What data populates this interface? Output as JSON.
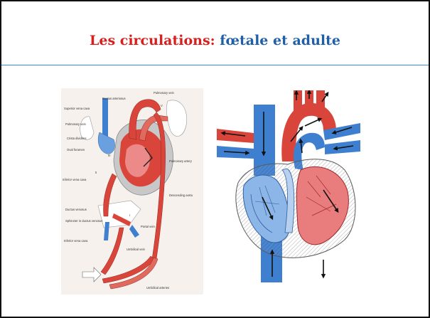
{
  "title": {
    "part1": "Les circulations:",
    "part2": "fœtale et adulte"
  },
  "fetal_diagram": {
    "labels": {
      "ductus_arteriosus": "Ductus arteriosus",
      "pulmonary_vein_top": "Pulmonary vein",
      "superior_vena_cava": "Superior vena cava",
      "pulmonary_vein_left": "Pulmonary vein",
      "crista_dividens": "Crista dividens",
      "oval_foramen": "Oval foramen",
      "pulmonary_artery": "Pulmonary artery",
      "inferior_vena_cava_top": "Inferior vena cava",
      "descending_aorta": "Descending aorta",
      "ductus_venosus": "Ductus venosus",
      "sphincter": "Sphincter in ductus venosus",
      "portal_vein": "Portal vein",
      "inferior_vena_cava_bottom": "Inferior vena cava",
      "umbilical_vein": "Umbilical vein",
      "umbilical_arteries": "Umbilical arteries"
    },
    "roman": {
      "v": "V",
      "iii": "III",
      "ii": "II",
      "i": "I"
    }
  },
  "colors": {
    "title_red": "#d91e1e",
    "title_blue": "#1f5fa8",
    "rule": "#3c8fd6",
    "blood_red": "#d9453a",
    "blood_blue": "#3f7fd0"
  }
}
